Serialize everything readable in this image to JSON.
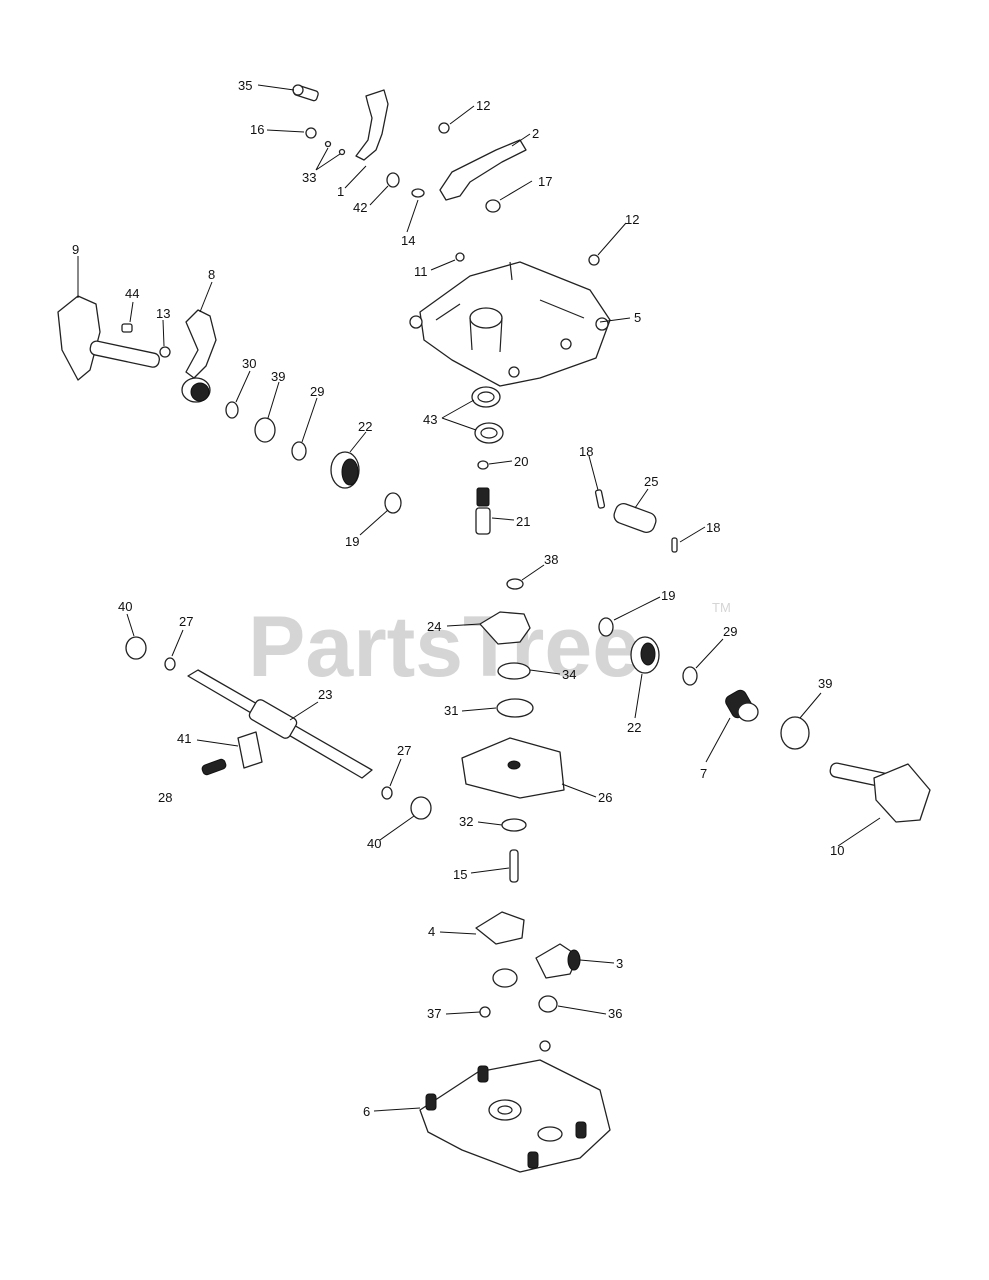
{
  "watermark": {
    "brand": "PartsTree",
    "tm": "TM"
  },
  "callouts": [
    "35",
    "16",
    "33",
    "1",
    "42",
    "14",
    "12",
    "2",
    "17",
    "12",
    "11",
    "5",
    "9",
    "44",
    "13",
    "8",
    "30",
    "39",
    "29",
    "22",
    "19",
    "43",
    "20",
    "21",
    "18",
    "25",
    "18",
    "38",
    "19",
    "24",
    "34",
    "29",
    "22",
    "39",
    "40",
    "27",
    "23",
    "41",
    "28",
    "27",
    "40",
    "31",
    "26",
    "7",
    "10",
    "32",
    "15",
    "4",
    "3",
    "37",
    "36",
    "6"
  ]
}
